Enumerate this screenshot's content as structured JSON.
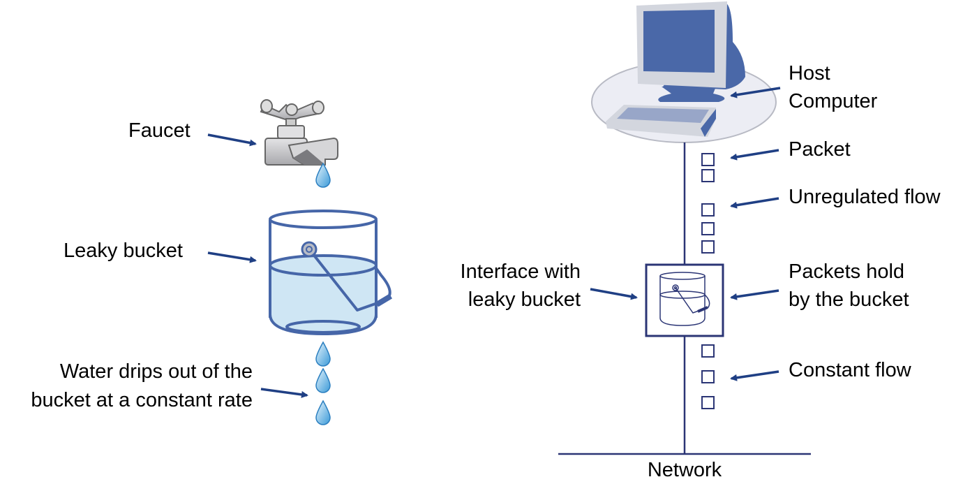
{
  "title": "Leaky bucket algorithm",
  "colors": {
    "arrow": "#1f3f84",
    "bucket_stroke": "#4666a8",
    "water": "#cfe6f4",
    "monitor": "#4a68a8",
    "monitor_frame": "#d3d6de",
    "desk_ellipse": "#ecedf4",
    "packet_stroke": "#2b3575",
    "line": "#2b3575"
  },
  "left": {
    "faucet_label": "Faucet",
    "bucket_label": "Leaky bucket",
    "drips_label_line1": "Water drips out of the",
    "drips_label_line2": "bucket at a constant rate"
  },
  "right": {
    "host_label_line1": "Host",
    "host_label_line2": "Computer",
    "packet_label": "Packet",
    "unregulated_label": "Unregulated flow",
    "interface_label_line1": "Interface with",
    "interface_label_line2": "leaky bucket",
    "hold_label_line1": "Packets hold",
    "hold_label_line2": "by the bucket",
    "constant_label": "Constant flow",
    "network_label": "Network"
  }
}
